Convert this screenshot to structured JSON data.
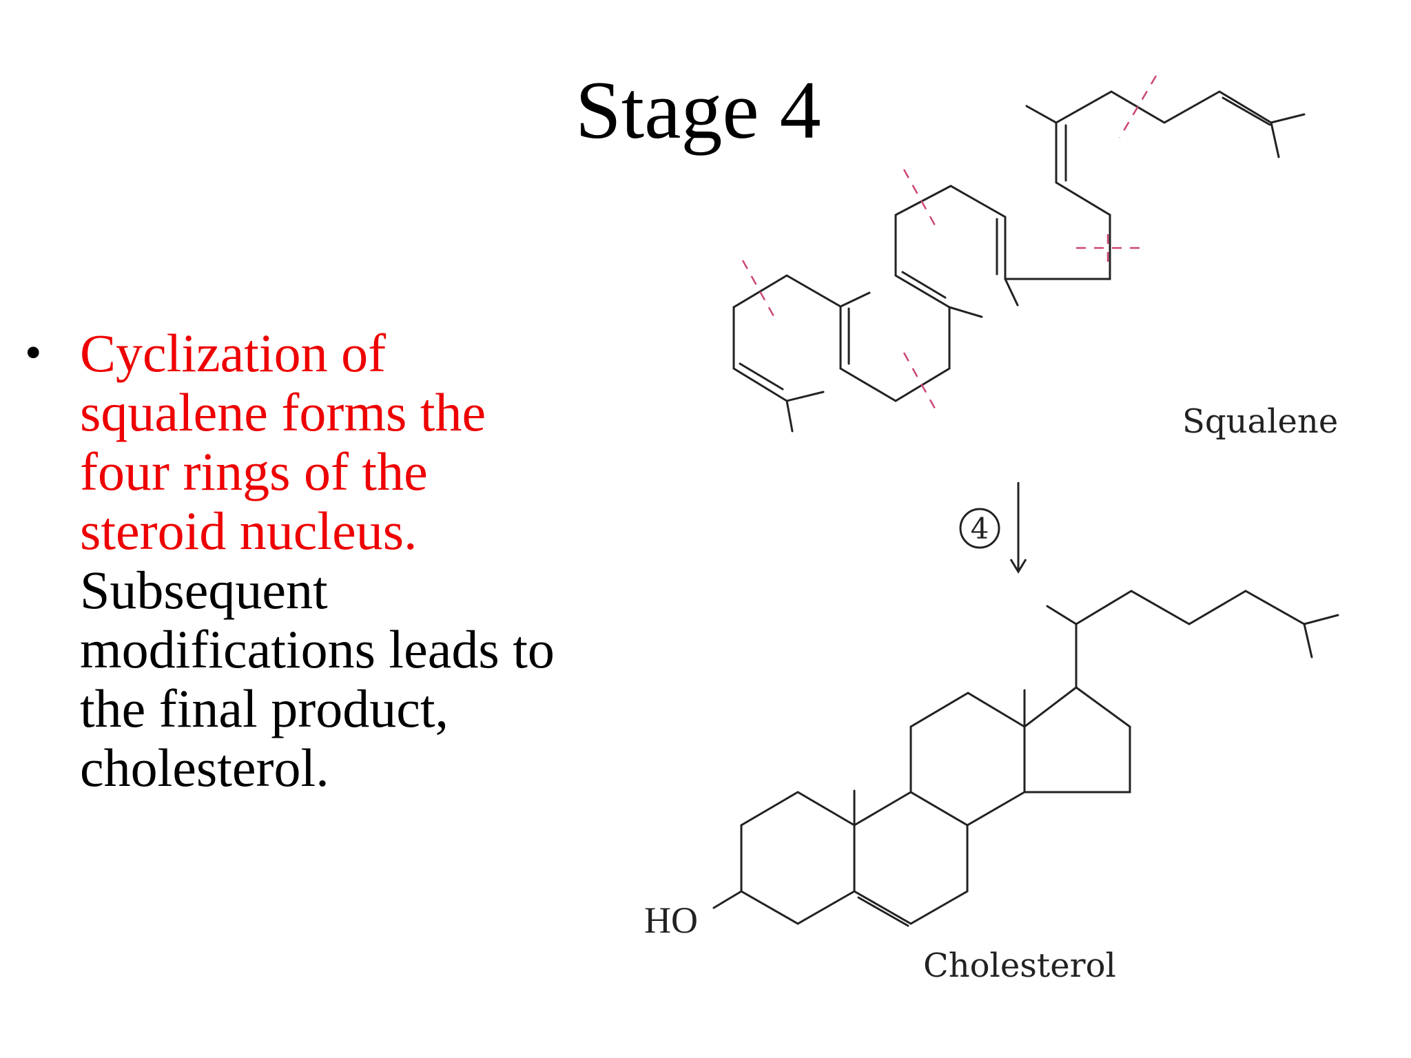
{
  "slide": {
    "title": "Stage 4"
  },
  "bullet": {
    "red_lines": [
      "Cyclization of",
      "squalene forms the",
      "four rings of the",
      "steroid nucleus."
    ],
    "black_lines": [
      "Subsequent",
      "modifications leads to",
      "the final product,",
      "cholesterol."
    ]
  },
  "diagram": {
    "top_label": "Squalene",
    "step_number": "4",
    "hydroxyl_label": "HO",
    "bottom_label": "Cholesterol",
    "cut_mark_color": "#cc4477",
    "bond_color": "#222222"
  }
}
